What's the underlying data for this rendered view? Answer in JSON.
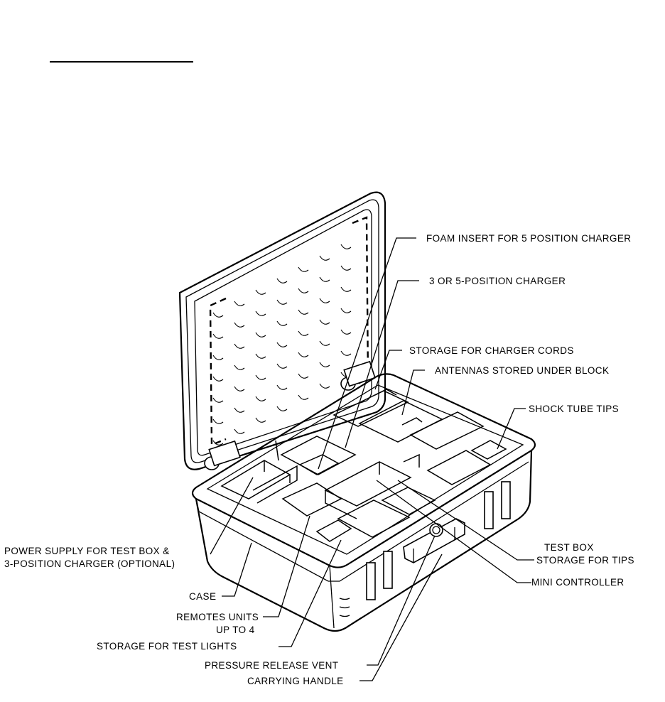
{
  "labels": {
    "foam_insert": "FOAM INSERT FOR 5 POSITION CHARGER",
    "charger": "3 OR 5-POSITION CHARGER",
    "charger_cords": "STORAGE FOR CHARGER CORDS",
    "antennas": "ANTENNAS STORED UNDER BLOCK",
    "shock_tube": "SHOCK TUBE TIPS",
    "power_supply_1": "POWER SUPPLY FOR TEST BOX &",
    "power_supply_2": "3-POSITION CHARGER (OPTIONAL)",
    "test_box_1": "TEST BOX",
    "test_box_2": "STORAGE FOR TIPS",
    "mini_controller": "MINI CONTROLLER",
    "case": "CASE",
    "remotes_1": "REMOTES UNITS",
    "remotes_2": "UP TO 4",
    "test_lights": "STORAGE FOR TEST LIGHTS",
    "pressure_vent": "PRESSURE RELEASE VENT",
    "carrying_handle": "CARRYING HANDLE"
  }
}
